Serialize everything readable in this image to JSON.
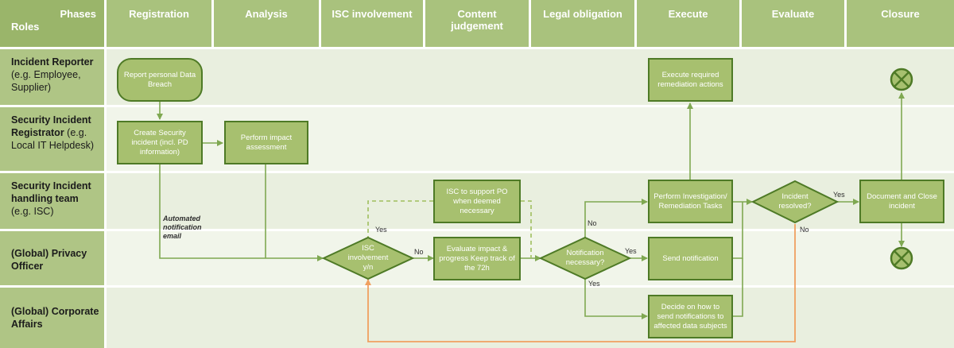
{
  "header": {
    "phases_label": "Phases",
    "roles_label": "Roles",
    "columns": [
      "Registration",
      "Analysis",
      "ISC involvement",
      "Content judgement",
      "Legal obligation",
      "Execute",
      "Evaluate",
      "Closure"
    ]
  },
  "roles": [
    {
      "bold": "Incident Reporter",
      "rest": "(e.g. Employee, Supplier)"
    },
    {
      "bold": "Security Incident Registrator",
      "rest": "(e.g. Local IT Helpdesk)"
    },
    {
      "bold": "Security Incident handling team",
      "rest": "(e.g. ISC)"
    },
    {
      "bold": "(Global) Privacy Officer",
      "rest": ""
    },
    {
      "bold": "(Global) Corporate Affairs",
      "rest": ""
    }
  ],
  "steps": {
    "report": "Report personal Data Breach",
    "create": "Create Security incident (incl. PD information)",
    "impact": "Perform impact assessment",
    "isc_support": "ISC to support PO when deemed necessary",
    "evaluate": "Evaluate impact & progress Keep track of the 72h",
    "exec_remediation": "Execute required remediation actions",
    "investigate": "Perform Investigation/ Remediation Tasks",
    "send": "Send notification",
    "decide": "Decide on how to send notifications to affected data subjects",
    "document": "Document and Close incident"
  },
  "decisions": {
    "isc": "ISC involvement y/n",
    "notification": "Notification necessary?",
    "resolved": "Incident resolved?"
  },
  "labels": {
    "yes": "Yes",
    "no": "No",
    "automated": "Automated notification email"
  },
  "colors": {
    "header_bg": "#a9c27d",
    "role_bg": "#afc585",
    "box_fill": "#a7c06f",
    "box_border": "#4e7a26",
    "arrow_green": "#7fa851",
    "arrow_orange": "#f0a060"
  }
}
